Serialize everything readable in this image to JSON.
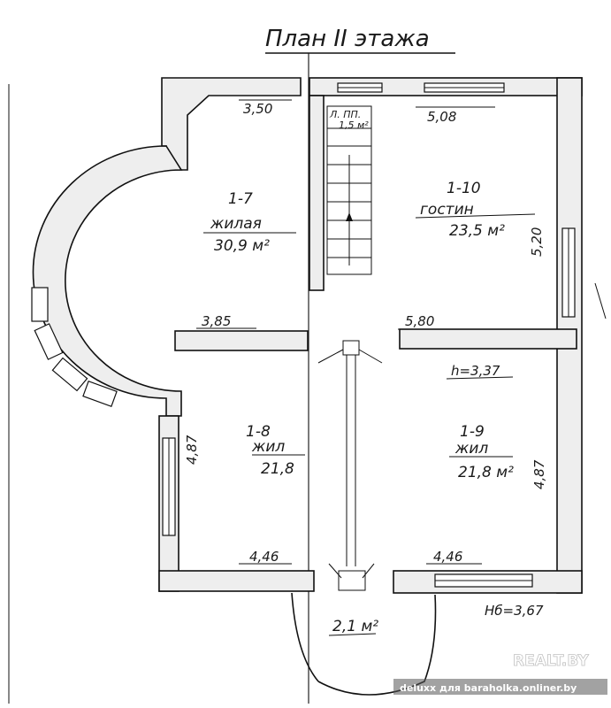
{
  "title": "План II этажа",
  "rooms": [
    {
      "number": "1-7",
      "name": "жилая",
      "area": "30,9 м²"
    },
    {
      "number": "1-10",
      "name": "гостин",
      "area": "23,5 м²"
    },
    {
      "number": "1-8",
      "name": "жил",
      "area": "21,8"
    },
    {
      "number": "1-9",
      "name": "жил",
      "area": "21,8 м²"
    }
  ],
  "stair": {
    "label": "Л. ПП.",
    "area": "1,5 м²"
  },
  "balcony": {
    "area": "2,1 м²"
  },
  "dimensions": {
    "d1": "3,50",
    "d2": "5,08",
    "d3": "5,20",
    "d4": "3,85",
    "d5": "5,80",
    "d6": "4,87",
    "d7": "4,87",
    "d8": "4,46",
    "d9": "4,46",
    "height": "h=3,37",
    "height_total": "Нб=3,67"
  },
  "watermark": {
    "brand": "REALT.BY",
    "credit": "deluxx для baraholka.onliner.by"
  },
  "colors": {
    "ink": "#111111",
    "wall_fill": "#eeeeee",
    "paper": "#ffffff"
  }
}
